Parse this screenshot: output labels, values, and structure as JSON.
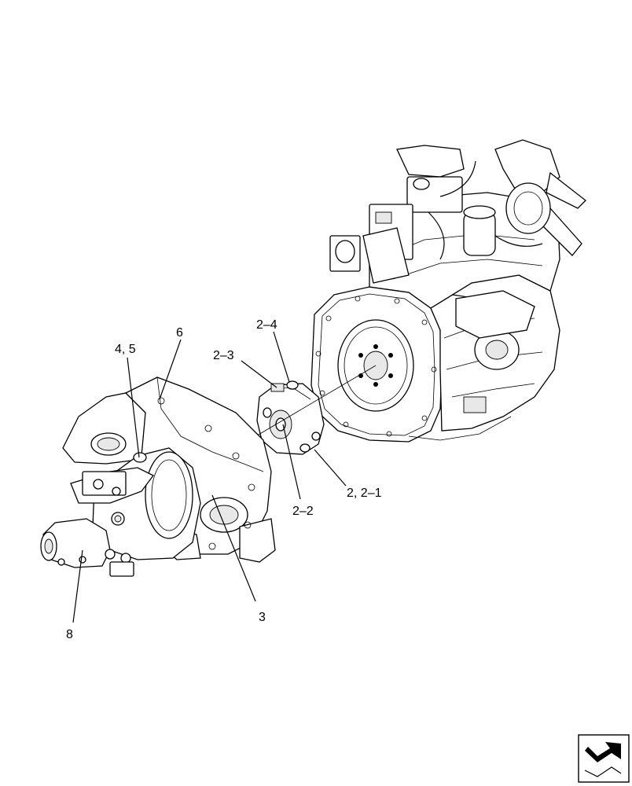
{
  "diagram": {
    "callouts": {
      "c6": "6",
      "c45": "4, 5",
      "c24": "2–4",
      "c23": "2–3",
      "c22": "2–2",
      "c221": "2, 2–1",
      "c3": "3",
      "c8": "8"
    },
    "nav_icon": "next-page-arrow-icon"
  }
}
